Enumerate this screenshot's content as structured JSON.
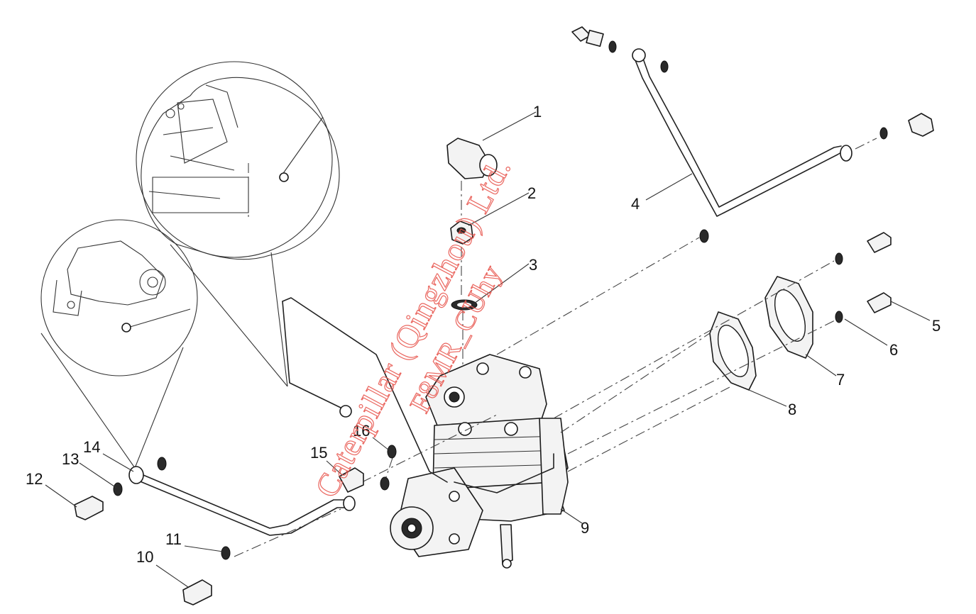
{
  "callouts": {
    "c1": "1",
    "c2": "2",
    "c3": "3",
    "c4": "4",
    "c5": "5",
    "c6": "6",
    "c7": "7",
    "c8": "8",
    "c9": "9",
    "c10": "10",
    "c11": "11",
    "c12": "12",
    "c13": "13",
    "c14": "14",
    "c15": "15",
    "c16": "16"
  },
  "watermark": {
    "line1": "Caterpillar (Qingzhou) Ltd.",
    "line2": "F8MR_CUhy"
  },
  "colors": {
    "line": "#222222",
    "part_fill": "#f3f3f3",
    "watermark": "#e8564e",
    "background": "#ffffff"
  }
}
